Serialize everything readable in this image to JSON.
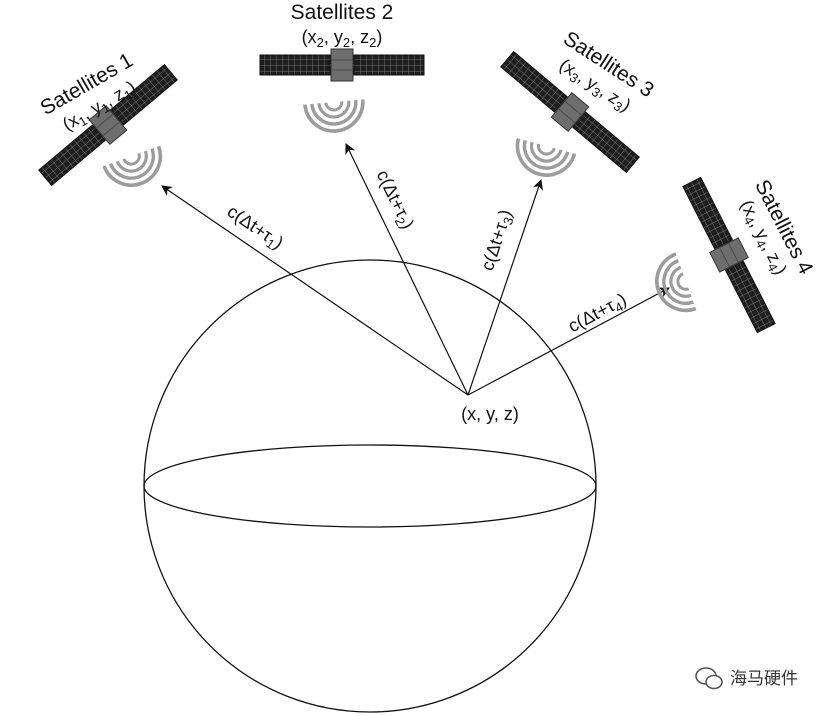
{
  "satellites": [
    {
      "title": "Satellites 1",
      "coord": {
        "x": "x",
        "xs": "1",
        "y": "y",
        "ys": "1",
        "z": "z",
        "zs": "1"
      },
      "dist": {
        "pre": "c(Δt+τ",
        "sub": "1",
        "post": ")"
      }
    },
    {
      "title": "Satellites 2",
      "coord": {
        "x": "x",
        "xs": "2",
        "y": "y",
        "ys": "2",
        "z": "z",
        "zs": "2"
      },
      "dist": {
        "pre": "c(Δt+τ",
        "sub": "2",
        "post": ")"
      }
    },
    {
      "title": "Satellites 3",
      "coord": {
        "x": "x",
        "xs": "3",
        "y": "y",
        "ys": "3",
        "z": "z",
        "zs": "3"
      },
      "dist": {
        "pre": "c(Δt+τ",
        "sub": "3",
        "post": ")"
      }
    },
    {
      "title": "Satellites 4",
      "coord": {
        "x": "x",
        "xs": "4",
        "y": "y",
        "ys": "4",
        "z": "z",
        "zs": "4"
      },
      "dist": {
        "pre": "c(Δt+τ",
        "sub": "4",
        "post": ")"
      }
    }
  ],
  "receiver": {
    "label": "(x, y, z)"
  },
  "watermark": {
    "text": "海马硬件"
  },
  "colors": {
    "line": "#111111",
    "panel": "#222222",
    "panel_grid": "#9a9a9a",
    "body": "#6e6e6e",
    "signal": "#9c9c9c"
  },
  "icons": [
    "satellite-icon",
    "signal-waves-icon",
    "wechat-icon"
  ]
}
